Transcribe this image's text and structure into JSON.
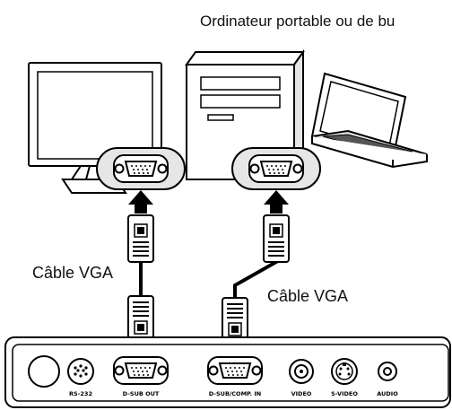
{
  "diagram": {
    "top_label": "Ordinateur portable ou de bu",
    "cable_left_label": "Câble VGA",
    "cable_right_label": "Câble VGA",
    "ports": {
      "rs232": "RS-232",
      "dsub_out": "D-SUB OUT",
      "dsub_comp_in": "D-SUB/COMP. IN",
      "video": "VIDEO",
      "svideo": "S-VIDEO",
      "audio": "AUDIO"
    }
  },
  "colors": {
    "line": "#000000",
    "panel": "#ffffff",
    "shade": "#e6e6e6"
  }
}
